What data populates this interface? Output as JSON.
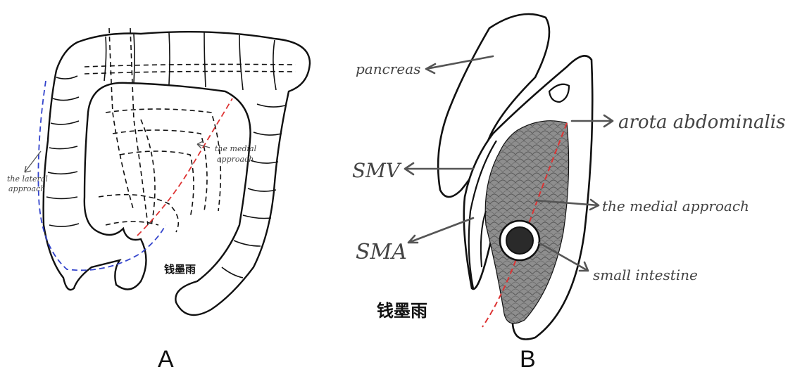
{
  "panel_a": {
    "letter": "A",
    "label_lateral": [
      "the lateral",
      "approach"
    ],
    "label_medial": [
      "the medial",
      "approach"
    ],
    "signature": "钱墨雨",
    "colors": {
      "lateral_line": "#3344cc",
      "medial_line": "#dd3333",
      "ink": "#111111"
    }
  },
  "panel_b": {
    "letter": "B",
    "label_pancreas": "pancreas",
    "label_aorta": "arota abdominalis",
    "label_smv": "SMV",
    "label_medial": "the medial approach",
    "label_sma": "SMA",
    "label_small_intestine": "small intestine",
    "signature": "钱墨雨",
    "colors": {
      "medial_line": "#dd3333",
      "texture": "#8a8a8a",
      "ink": "#111111"
    }
  }
}
